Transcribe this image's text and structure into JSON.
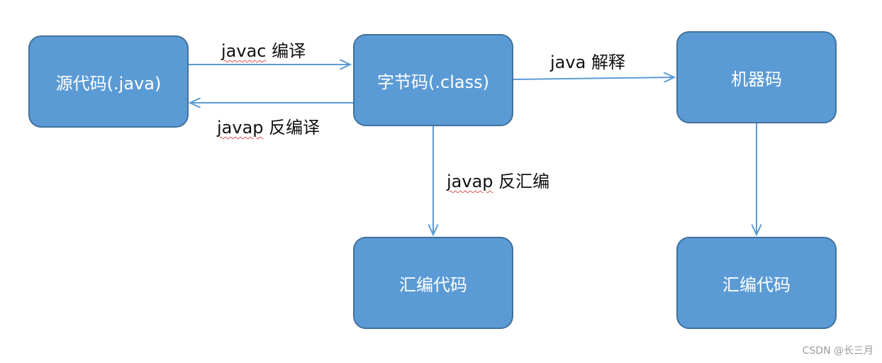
{
  "diagram": {
    "nodes": {
      "source": "源代码(.java)",
      "bytecode": "字节码(.class)",
      "machine": "机器码",
      "asm_left": "汇编代码",
      "asm_right": "汇编代码"
    },
    "edges": {
      "compile": {
        "cmd": "javac",
        "label": "编译"
      },
      "decompile": {
        "cmd": "javap",
        "label": "反编译"
      },
      "interpret": {
        "cmd": "java",
        "label": "解释"
      },
      "disassemble": {
        "cmd": "javap",
        "label": "反汇编"
      }
    },
    "colors": {
      "node_fill": "#5b9bd5",
      "node_border": "#41719c",
      "arrow": "#5b9bd5",
      "text": "#ffffff"
    }
  },
  "watermark": "CSDN @长三月"
}
